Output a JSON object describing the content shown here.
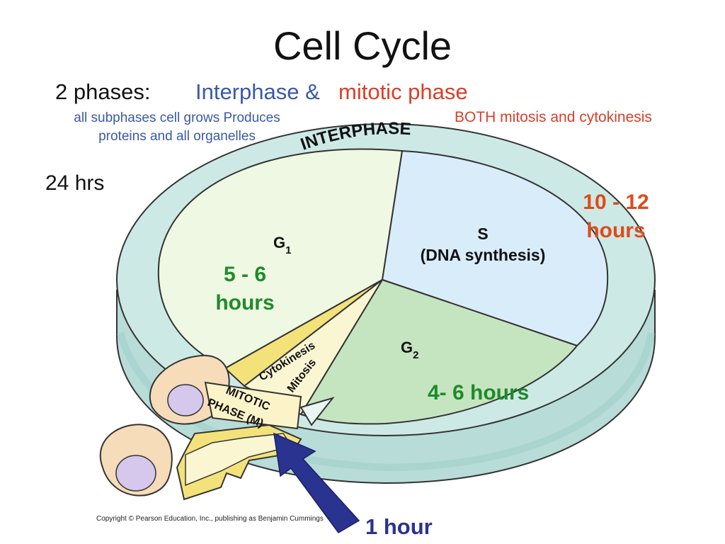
{
  "title": "Cell Cycle",
  "phases": {
    "label": "2 phases:",
    "interphase": "Interphase &",
    "mitotic": "mitotic phase"
  },
  "interphase_description": "all subphases cell grows Produces proteins and all organelles",
  "mitotic_description": "BOTH mitosis and cytokinesis",
  "total_duration": "24 hrs",
  "diagram": {
    "ring_label": "INTERPHASE",
    "g1": {
      "letter": "G",
      "sub": "1",
      "duration": "5 - 6 hours"
    },
    "s": {
      "letter": "S",
      "label": "(DNA synthesis)",
      "duration": "10 - 12 hours"
    },
    "g2": {
      "letter": "G",
      "sub": "2",
      "duration": "4- 6 hours"
    },
    "mitotic_phase": {
      "line1": "MITOTIC",
      "line2": "PHASE (M)",
      "duration": "1 hour"
    },
    "cytokinesis": "Cytokinesis",
    "mitosis": "Mitosis",
    "copyright": "Copyright © Pearson Education, Inc., publishing as Benjamin Cummings",
    "colors": {
      "g1": "#eef8e2",
      "s": "#d9ecfa",
      "g2": "#c5e5c0",
      "ring": "#cde9e6",
      "cytokinesis": "#f3e27a",
      "mitosis": "#fbf6d2",
      "arrow": "#2b3390"
    }
  }
}
